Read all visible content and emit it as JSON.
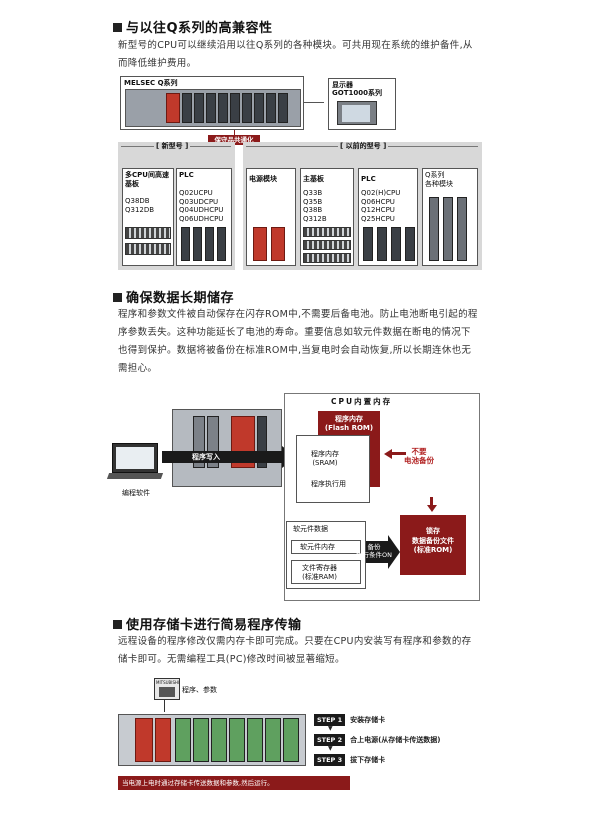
{
  "section1": {
    "title": "与以往Q系列的高兼容性",
    "body": "新型号的CPU可以继续沿用以往Q系列的各种模块。可共用现在系统的维护备件,从而降低维护费用。",
    "melsec_label": "MELSEC Q系列",
    "display_label": "显示器",
    "display_model": "GOT1000系列",
    "shared_parts": "保守品共通化",
    "new_models": "[ 新型号 ]",
    "old_models": "[ 以前的型号 ]",
    "multi_cpu_title": "多CPU间高速基板",
    "multi_cpu_models": "Q38DB\nQ312DB",
    "plc_new_title": "PLC",
    "plc_new_models": "Q02UCPU\nQ03UDCPU\nQ04UDHCPU\nQ06UDHCPU",
    "power_title": "电源模块",
    "base_title": "主基板",
    "base_models": "Q33B\nQ35B\nQ38B\nQ312B",
    "plc_old_title": "PLC",
    "plc_old_models": "Q02(H)CPU\nQ06HCPU\nQ12HCPU\nQ25HCPU",
    "q_modules_title": "Q系列\n各种模块"
  },
  "section2": {
    "title": "确保数据长期储存",
    "body": "程序和参数文件被自动保存在闪存ROM中,不需要后备电池。防止电池断电引起的程序参数丢失。这种功能延长了电池的寿命。重要信息如软元件数据在断电的情况下也得到保护。数据将被备份在标准ROM中,当复电时会自动恢复,所以长期连休也无需担心。",
    "cpu_memory": "CPU内置内存",
    "program_memory": "程序内存\n(Flash ROM)",
    "no_battery": "不要\n电池备份",
    "program_sram": "程序内存\n(SRAM)",
    "program_exec": "程序执行用",
    "program_write": "程序写入",
    "software": "编程软件",
    "device_data": "软元件数据",
    "device_memory": "软元件内存",
    "backup_cond": "备份\n执行条件ON",
    "file_register": "文件寄存器\n(标准RAM)",
    "backup_file": "锁存\n数据备份文件\n(标准ROM)"
  },
  "section3": {
    "title": "使用存储卡进行简易程序传输",
    "body": "远程设备的程序修改仅需内存卡即可完成。只要在CPU内安装写有程序和参数的存储卡即可。无需编程工具(PC)修改时间被显著缩短。",
    "card_brand": "MITSUBISHI",
    "card_caption": "程序、参数",
    "step1_tag": "STEP 1",
    "step1": "安装存储卡",
    "step2_tag": "STEP 2",
    "step2": "合上电源(从存储卡传送数据)",
    "step3_tag": "STEP 3",
    "step3": "拔下存储卡",
    "footer_note": "当电源上电时通过存储卡传送数据和参数,然后运行。"
  }
}
